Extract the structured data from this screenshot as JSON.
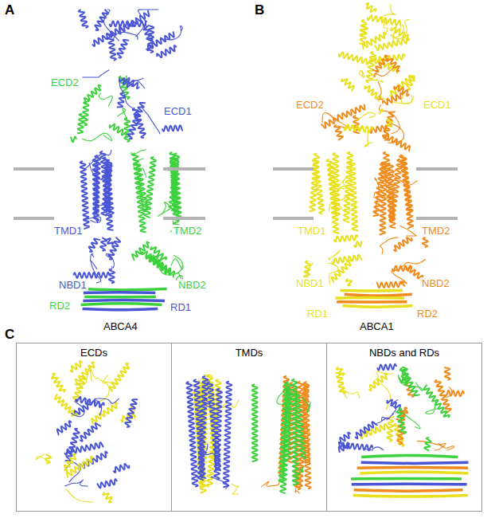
{
  "diagram": {
    "nodes": [
      {
        "text": [
          "ECDs"
        ]
      },
      {
        "text": [
          "TMDs"
        ]
      },
      {
        "text": [
          "NBDs and RDs"
        ]
      }
    ],
    "labels": [
      "A",
      "ECD2",
      "ECD1",
      "TMD1",
      "TMD2",
      "NBD1",
      "NBD2",
      "RD2",
      "RD1",
      "ABCA4",
      "B",
      "ECD2",
      "ECD1",
      "TMD1",
      "TMD2",
      "NBD1",
      "NBD2",
      "RD1",
      "RD2",
      "ABCA1",
      "C"
    ]
  }
}
